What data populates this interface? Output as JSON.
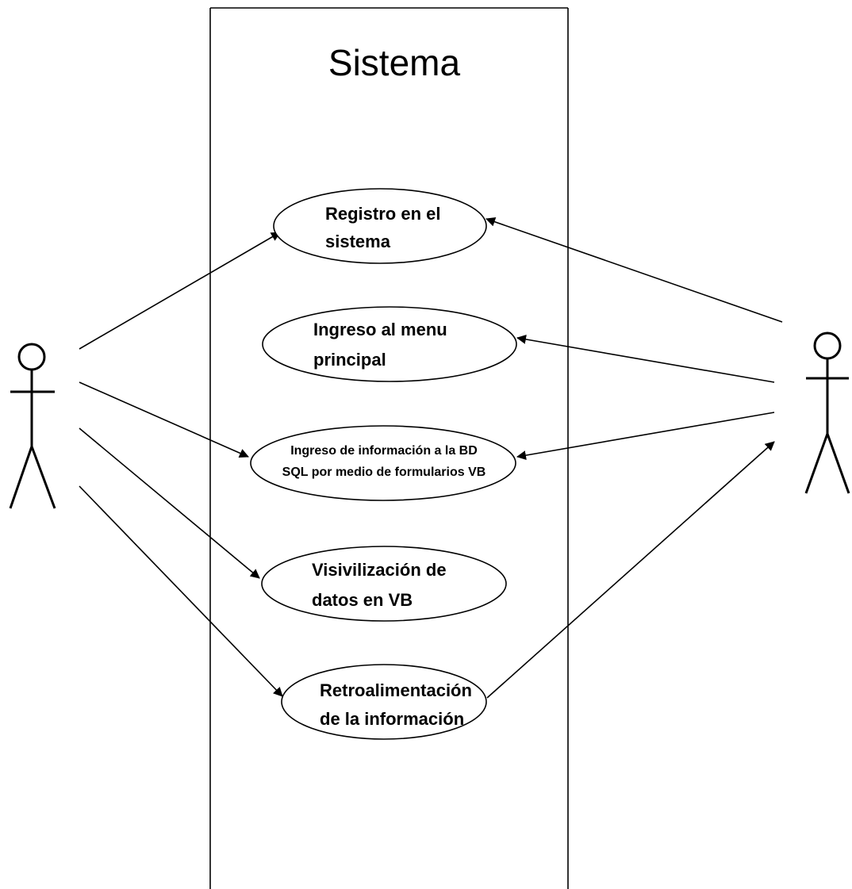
{
  "system": {
    "title": "Sistema"
  },
  "use_cases": [
    {
      "line1": "Registro en el",
      "line2": "sistema"
    },
    {
      "line1": "Ingreso al menu",
      "line2": "principal"
    },
    {
      "line1": "Ingreso de información a la BD",
      "line2": "SQL por medio de formularios VB"
    },
    {
      "line1": "Visivilización de",
      "line2": "datos en VB"
    },
    {
      "line1": "Retroalimentación",
      "line2": "de la información"
    }
  ],
  "actors": [
    {
      "label": ""
    },
    {
      "label": ""
    }
  ]
}
